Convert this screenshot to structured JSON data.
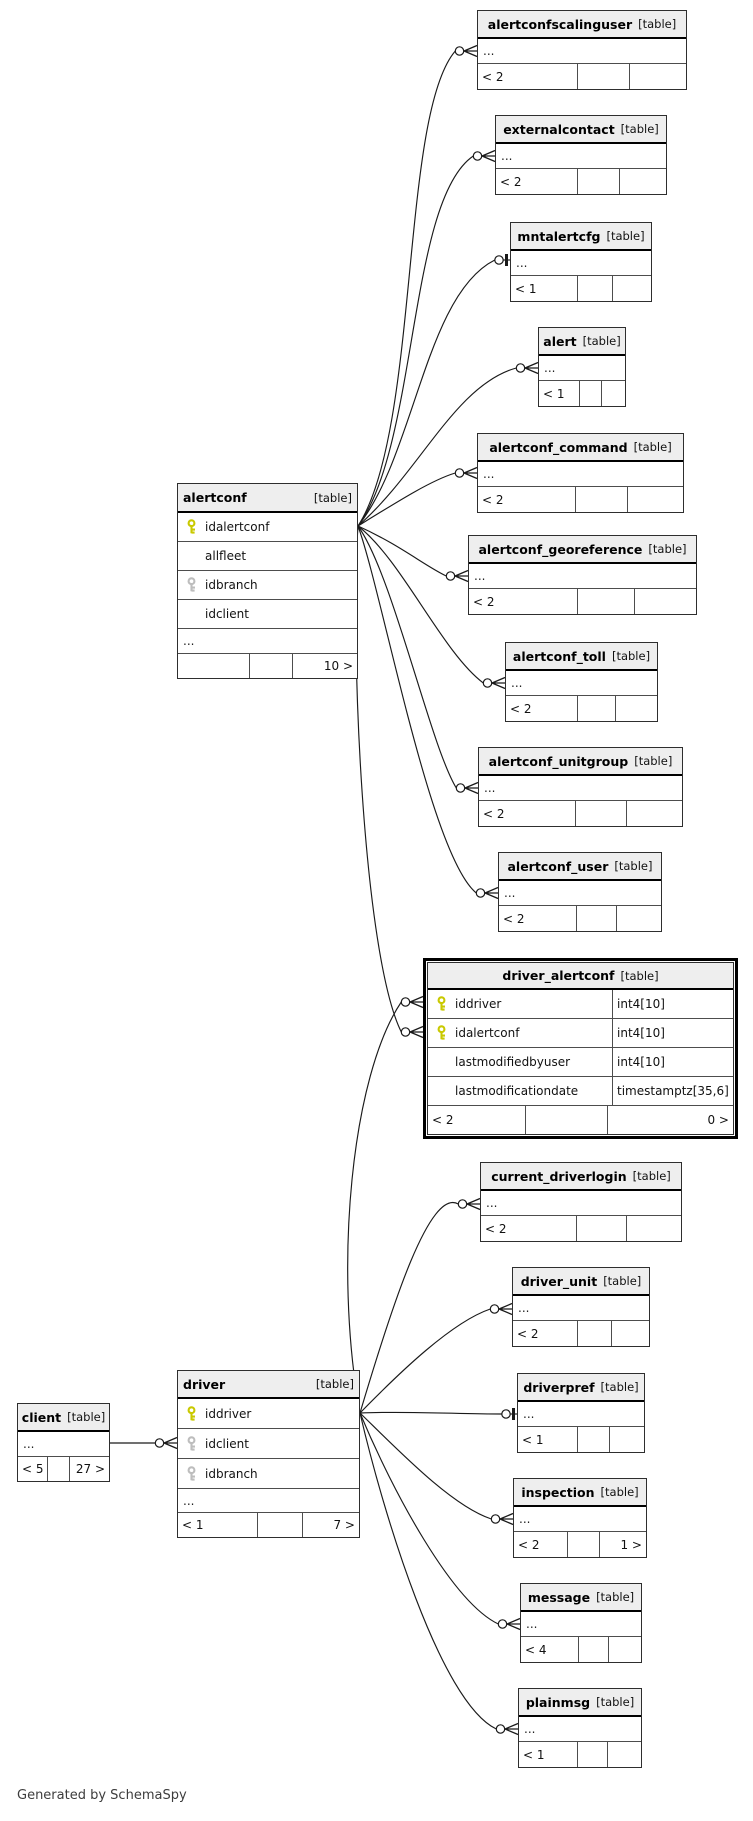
{
  "diagram": {
    "footer_note": "Generated by SchemaSpy",
    "tag_label": "[table]"
  },
  "colors": {
    "header_bg": "#eeeeee",
    "table_border": "#2e2e2e",
    "row_divider": "#4d4d4d",
    "highlight_border": "#000000",
    "primary_key": "#c9c900",
    "foreign_key": "#bdbdbd",
    "edge": "#1a1a1a",
    "background": "#ffffff"
  },
  "tables": [
    {
      "id": "alertconfscalinguser",
      "name": "alertconfscalinguser",
      "tag": "[table]",
      "highlighted": false,
      "columns": [
        {
          "name": "...",
          "dots": true
        }
      ],
      "footer": {
        "left": "< 2",
        "mid": "",
        "right": ""
      }
    },
    {
      "id": "externalcontact",
      "name": "externalcontact",
      "tag": "[table]",
      "highlighted": false,
      "columns": [
        {
          "name": "...",
          "dots": true
        }
      ],
      "footer": {
        "left": "< 2",
        "mid": "",
        "right": ""
      }
    },
    {
      "id": "mntalertcfg",
      "name": "mntalertcfg",
      "tag": "[table]",
      "highlighted": false,
      "columns": [
        {
          "name": "...",
          "dots": true
        }
      ],
      "footer": {
        "left": "< 1",
        "mid": "",
        "right": ""
      }
    },
    {
      "id": "alert",
      "name": "alert",
      "tag": "[table]",
      "highlighted": false,
      "columns": [
        {
          "name": "...",
          "dots": true
        }
      ],
      "footer": {
        "left": "< 1",
        "mid": "",
        "right": ""
      }
    },
    {
      "id": "alertconf_command",
      "name": "alertconf_command",
      "tag": "[table]",
      "highlighted": false,
      "columns": [
        {
          "name": "...",
          "dots": true
        }
      ],
      "footer": {
        "left": "< 2",
        "mid": "",
        "right": ""
      }
    },
    {
      "id": "alertconf_georeference",
      "name": "alertconf_georeference",
      "tag": "[table]",
      "highlighted": false,
      "columns": [
        {
          "name": "...",
          "dots": true
        }
      ],
      "footer": {
        "left": "< 2",
        "mid": "",
        "right": ""
      }
    },
    {
      "id": "alertconf_toll",
      "name": "alertconf_toll",
      "tag": "[table]",
      "highlighted": false,
      "columns": [
        {
          "name": "...",
          "dots": true
        }
      ],
      "footer": {
        "left": "< 2",
        "mid": "",
        "right": ""
      }
    },
    {
      "id": "alertconf_unitgroup",
      "name": "alertconf_unitgroup",
      "tag": "[table]",
      "highlighted": false,
      "columns": [
        {
          "name": "...",
          "dots": true
        }
      ],
      "footer": {
        "left": "< 2",
        "mid": "",
        "right": ""
      }
    },
    {
      "id": "alertconf_user",
      "name": "alertconf_user",
      "tag": "[table]",
      "highlighted": false,
      "columns": [
        {
          "name": "...",
          "dots": true
        }
      ],
      "footer": {
        "left": "< 2",
        "mid": "",
        "right": ""
      }
    },
    {
      "id": "driver_alertconf",
      "name": "driver_alertconf",
      "tag": "[table]",
      "highlighted": true,
      "columns": [
        {
          "name": "iddriver",
          "key": "pk",
          "type": "int4[10]"
        },
        {
          "name": "idalertconf",
          "key": "pk",
          "type": "int4[10]"
        },
        {
          "name": "lastmodifiedbyuser",
          "type": "int4[10]"
        },
        {
          "name": "lastmodificationdate",
          "type": "timestamptz[35,6]"
        }
      ],
      "footer": {
        "left": "< 2",
        "mid": "",
        "right": "0 >"
      }
    },
    {
      "id": "current_driverlogin",
      "name": "current_driverlogin",
      "tag": "[table]",
      "highlighted": false,
      "columns": [
        {
          "name": "...",
          "dots": true
        }
      ],
      "footer": {
        "left": "< 2",
        "mid": "",
        "right": ""
      }
    },
    {
      "id": "driver_unit",
      "name": "driver_unit",
      "tag": "[table]",
      "highlighted": false,
      "columns": [
        {
          "name": "...",
          "dots": true
        }
      ],
      "footer": {
        "left": "< 2",
        "mid": "",
        "right": ""
      }
    },
    {
      "id": "driverpref",
      "name": "driverpref",
      "tag": "[table]",
      "highlighted": false,
      "columns": [
        {
          "name": "...",
          "dots": true
        }
      ],
      "footer": {
        "left": "< 1",
        "mid": "",
        "right": ""
      }
    },
    {
      "id": "inspection",
      "name": "inspection",
      "tag": "[table]",
      "highlighted": false,
      "columns": [
        {
          "name": "...",
          "dots": true
        }
      ],
      "footer": {
        "left": "< 2",
        "mid": "",
        "right": "1 >"
      }
    },
    {
      "id": "message",
      "name": "message",
      "tag": "[table]",
      "highlighted": false,
      "columns": [
        {
          "name": "...",
          "dots": true
        }
      ],
      "footer": {
        "left": "< 4",
        "mid": "",
        "right": ""
      }
    },
    {
      "id": "plainmsg",
      "name": "plainmsg",
      "tag": "[table]",
      "highlighted": false,
      "columns": [
        {
          "name": "...",
          "dots": true
        }
      ],
      "footer": {
        "left": "< 1",
        "mid": "",
        "right": ""
      }
    },
    {
      "id": "alertconf",
      "name": "alertconf",
      "tag": "[table]",
      "highlighted": false,
      "columns": [
        {
          "name": "idalertconf",
          "key": "pk"
        },
        {
          "name": "allfleet"
        },
        {
          "name": "idbranch",
          "key": "fk"
        },
        {
          "name": "idclient"
        },
        {
          "name": "...",
          "dots": true
        }
      ],
      "footer": {
        "left": "",
        "mid": "",
        "right": "10 >"
      }
    },
    {
      "id": "client",
      "name": "client",
      "tag": "[table]",
      "highlighted": false,
      "columns": [
        {
          "name": "...",
          "dots": true
        }
      ],
      "footer": {
        "left": "< 5",
        "mid": "",
        "right": "27 >"
      }
    },
    {
      "id": "driver",
      "name": "driver",
      "tag": "[table]",
      "highlighted": false,
      "columns": [
        {
          "name": "iddriver",
          "key": "pk"
        },
        {
          "name": "idclient",
          "key": "fk"
        },
        {
          "name": "idbranch",
          "key": "fk"
        },
        {
          "name": "...",
          "dots": true
        }
      ],
      "footer": {
        "left": "< 1",
        "mid": "",
        "right": "7 >"
      }
    }
  ],
  "relationships": [
    {
      "from": "alertconf",
      "to": "alertconfscalinguser",
      "type": "zero-many"
    },
    {
      "from": "alertconf",
      "to": "externalcontact",
      "type": "zero-many"
    },
    {
      "from": "alertconf",
      "to": "mntalertcfg",
      "type": "one-bar"
    },
    {
      "from": "alertconf",
      "to": "alert",
      "type": "zero-many"
    },
    {
      "from": "alertconf",
      "to": "alertconf_command",
      "type": "zero-many"
    },
    {
      "from": "alertconf",
      "to": "alertconf_georeference",
      "type": "zero-many"
    },
    {
      "from": "alertconf",
      "to": "alertconf_toll",
      "type": "zero-many"
    },
    {
      "from": "alertconf",
      "to": "alertconf_unitgroup",
      "type": "zero-many"
    },
    {
      "from": "alertconf",
      "to": "alertconf_user",
      "type": "zero-many"
    },
    {
      "from": "alertconf",
      "to": "driver_alertconf",
      "to_column": "idalertconf",
      "type": "zero-many"
    },
    {
      "from": "driver",
      "to": "driver_alertconf",
      "to_column": "iddriver",
      "type": "zero-many"
    },
    {
      "from": "driver",
      "to": "current_driverlogin",
      "type": "zero-many"
    },
    {
      "from": "driver",
      "to": "driver_unit",
      "type": "zero-many"
    },
    {
      "from": "driver",
      "to": "driverpref",
      "type": "one-bar"
    },
    {
      "from": "driver",
      "to": "inspection",
      "type": "zero-many"
    },
    {
      "from": "driver",
      "to": "message",
      "type": "zero-many"
    },
    {
      "from": "driver",
      "to": "plainmsg",
      "type": "zero-many"
    },
    {
      "from": "client",
      "to": "driver",
      "type": "zero-many"
    }
  ]
}
